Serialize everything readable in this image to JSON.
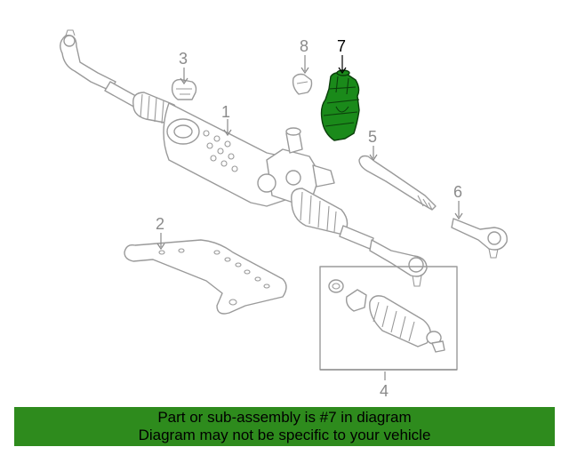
{
  "colors": {
    "banner_bg": "#2e8b1d",
    "highlight_part": "#1a8a1a",
    "line_art": "#9a9a9a"
  },
  "highlighted_part": "7",
  "callouts": [
    {
      "id": "1",
      "label": "1"
    },
    {
      "id": "2",
      "label": "2"
    },
    {
      "id": "3",
      "label": "3"
    },
    {
      "id": "4",
      "label": "4"
    },
    {
      "id": "5",
      "label": "5"
    },
    {
      "id": "6",
      "label": "6"
    },
    {
      "id": "7",
      "label": "7"
    },
    {
      "id": "8",
      "label": "8"
    }
  ],
  "banner": {
    "line1": "Part or sub-assembly is #7 in diagram",
    "line2": "Diagram may not be specific to your vehicle"
  }
}
